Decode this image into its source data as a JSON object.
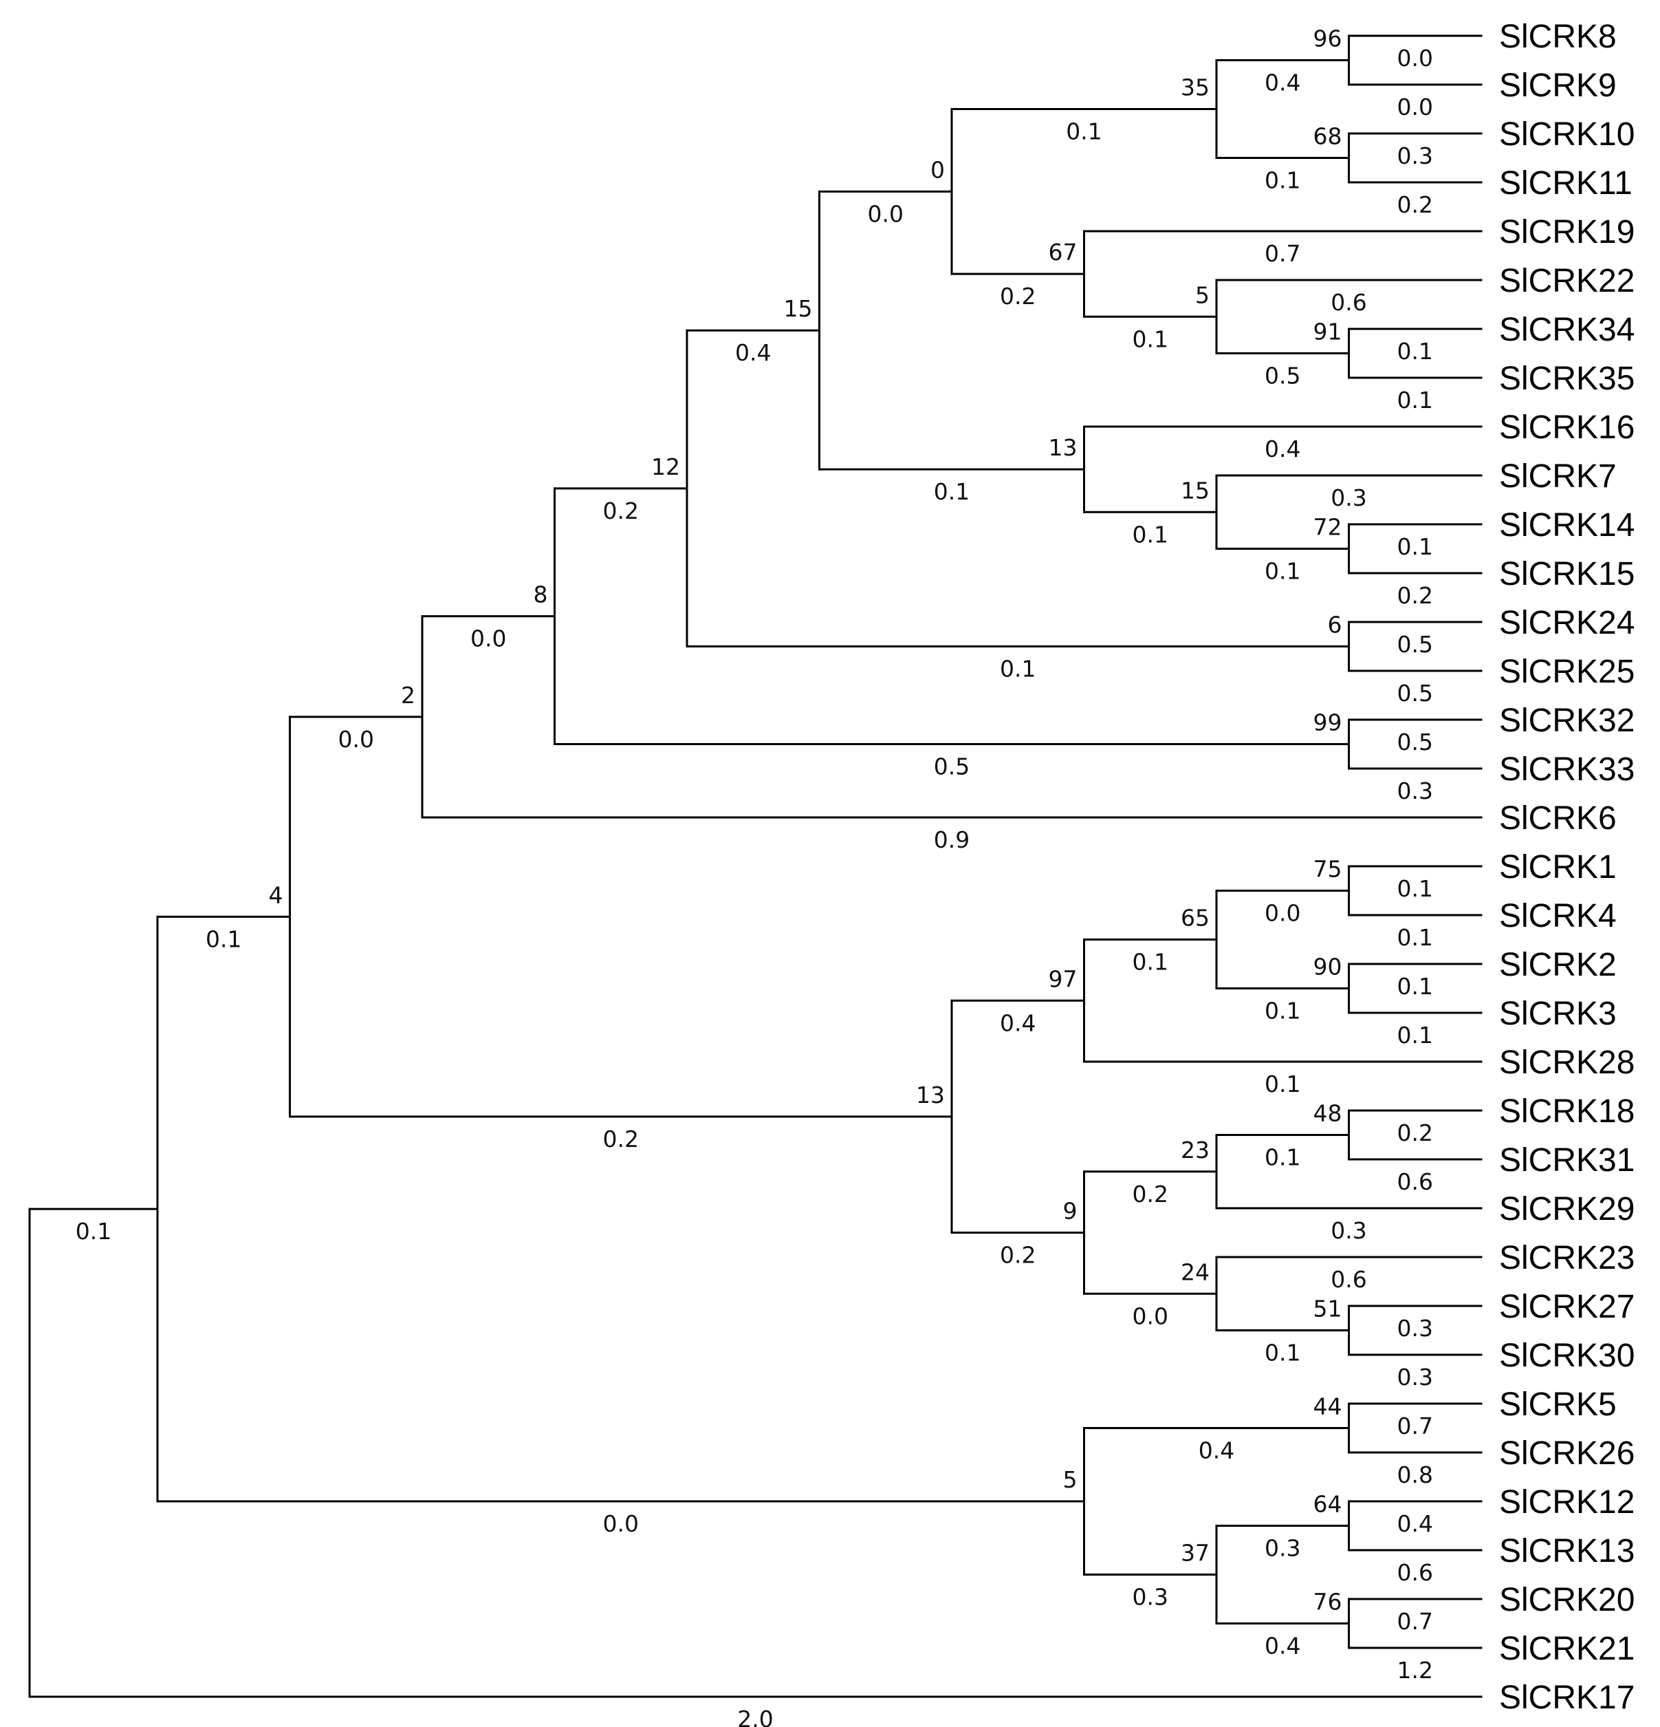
{
  "tree": {
    "label": "",
    "boot": "",
    "len": "2.0",
    "children": [
      {
        "label": "",
        "boot": "4",
        "len": "0.1",
        "children": [
          {
            "label": "",
            "boot": "2",
            "len": "0.0",
            "children": [
              {
                "label": "",
                "boot": "8",
                "len": "0.0",
                "children": [
                  {
                    "label": "",
                    "boot": "12",
                    "len": "0.2",
                    "children": [
                      {
                        "label": "",
                        "boot": "15",
                        "len": "0.4",
                        "children": [
                          {
                            "label": "",
                            "boot": "0",
                            "len": "0.0",
                            "children": [
                              {
                                "label": "",
                                "boot": "35",
                                "len": "0.1",
                                "children": [
                                  {
                                    "label": "",
                                    "boot": "96",
                                    "len": "0.4",
                                    "children": [
                                      {
                                        "label": "SlCRK8",
                                        "len": "0.0"
                                      },
                                      {
                                        "label": "SlCRK9",
                                        "len": "0.0"
                                      }
                                    ]
                                  },
                                  {
                                    "label": "",
                                    "boot": "68",
                                    "len": "0.1",
                                    "children": [
                                      {
                                        "label": "SlCRK10",
                                        "len": "0.3"
                                      },
                                      {
                                        "label": "SlCRK11",
                                        "len": "0.2"
                                      }
                                    ]
                                  }
                                ]
                              },
                              {
                                "label": "",
                                "boot": "67",
                                "len": "0.2",
                                "children": [
                                  {
                                    "label": "SlCRK19",
                                    "len": "0.7"
                                  },
                                  {
                                    "label": "",
                                    "boot": "5",
                                    "len": "0.1",
                                    "children": [
                                      {
                                        "label": "SlCRK22",
                                        "len": "0.6"
                                      },
                                      {
                                        "label": "",
                                        "boot": "91",
                                        "len": "0.5",
                                        "children": [
                                          {
                                            "label": "SlCRK34",
                                            "len": "0.1"
                                          },
                                          {
                                            "label": "SlCRK35",
                                            "len": "0.1"
                                          }
                                        ]
                                      }
                                    ]
                                  }
                                ]
                              }
                            ]
                          },
                          {
                            "label": "",
                            "boot": "13",
                            "len": "0.1",
                            "children": [
                              {
                                "label": "SlCRK16",
                                "len": "0.4"
                              },
                              {
                                "label": "",
                                "boot": "15",
                                "len": "0.1",
                                "children": [
                                  {
                                    "label": "SlCRK7",
                                    "len": "0.3"
                                  },
                                  {
                                    "label": "",
                                    "boot": "72",
                                    "len": "0.1",
                                    "children": [
                                      {
                                        "label": "SlCRK14",
                                        "len": "0.1"
                                      },
                                      {
                                        "label": "SlCRK15",
                                        "len": "0.2"
                                      }
                                    ]
                                  }
                                ]
                              }
                            ]
                          }
                        ]
                      },
                      {
                        "label": "",
                        "boot": "6",
                        "len": "0.1",
                        "children": [
                          {
                            "label": "SlCRK24",
                            "len": "0.5"
                          },
                          {
                            "label": "SlCRK25",
                            "len": "0.5"
                          }
                        ]
                      }
                    ]
                  },
                  {
                    "label": "",
                    "boot": "99",
                    "len": "0.5",
                    "children": [
                      {
                        "label": "SlCRK32",
                        "len": "0.5"
                      },
                      {
                        "label": "SlCRK33",
                        "len": "0.3"
                      }
                    ]
                  }
                ]
              },
              {
                "label": "SlCRK6",
                "len": "0.9"
              }
            ]
          },
          {
            "label": "",
            "boot": "13",
            "len": "0.2",
            "children": [
              {
                "label": "",
                "boot": "97",
                "len": "0.4",
                "children": [
                  {
                    "label": "",
                    "boot": "65",
                    "len": "0.1",
                    "children": [
                      {
                        "label": "",
                        "boot": "75",
                        "len": "0.0",
                        "children": [
                          {
                            "label": "SlCRK1",
                            "len": "0.1"
                          },
                          {
                            "label": "SlCRK4",
                            "len": "0.1"
                          }
                        ]
                      },
                      {
                        "label": "",
                        "boot": "90",
                        "len": "0.1",
                        "children": [
                          {
                            "label": "SlCRK2",
                            "len": "0.1"
                          },
                          {
                            "label": "SlCRK3",
                            "len": "0.1"
                          }
                        ]
                      }
                    ]
                  },
                  {
                    "label": "SlCRK28",
                    "len": "0.1"
                  }
                ]
              },
              {
                "label": "",
                "boot": "9",
                "len": "0.2",
                "children": [
                  {
                    "label": "",
                    "boot": "23",
                    "len": "0.2",
                    "children": [
                      {
                        "label": "",
                        "boot": "48",
                        "len": "0.1",
                        "children": [
                          {
                            "label": "SlCRK18",
                            "len": "0.2"
                          },
                          {
                            "label": "SlCRK31",
                            "len": "0.6"
                          }
                        ]
                      },
                      {
                        "label": "SlCRK29",
                        "len": "0.3"
                      }
                    ]
                  },
                  {
                    "label": "",
                    "boot": "24",
                    "len": "0.0",
                    "children": [
                      {
                        "label": "SlCRK23",
                        "len": "0.6"
                      },
                      {
                        "label": "",
                        "boot": "51",
                        "len": "0.1",
                        "children": [
                          {
                            "label": "SlCRK27",
                            "len": "0.3"
                          },
                          {
                            "label": "SlCRK30",
                            "len": "0.3"
                          }
                        ]
                      }
                    ]
                  }
                ]
              }
            ]
          }
        ]
      },
      {
        "label": "",
        "boot": "5",
        "len": "0.0",
        "children": [
          {
            "label": "",
            "boot": "44",
            "len": "0.4",
            "children": [
              {
                "label": "SlCRK5",
                "len": "0.7"
              },
              {
                "label": "SlCRK26",
                "len": "0.8"
              }
            ]
          },
          {
            "label": "",
            "boot": "37",
            "len": "0.3",
            "children": [
              {
                "label": "",
                "boot": "64",
                "len": "0.3",
                "children": [
                  {
                    "label": "SlCRK12",
                    "len": "0.4"
                  },
                  {
                    "label": "SlCRK13",
                    "len": "0.6"
                  }
                ]
              },
              {
                "label": "",
                "boot": "76",
                "len": "0.4",
                "children": [
                  {
                    "label": "SlCRK20",
                    "len": "0.7"
                  },
                  {
                    "label": "SlCRK21",
                    "len": "1.2"
                  }
                ]
              }
            ]
          }
        ]
      }
    ],
    "outgroup_label": "SlCRK17",
    "outgroup_len": "2.0",
    "root_len": "0.1"
  }
}
